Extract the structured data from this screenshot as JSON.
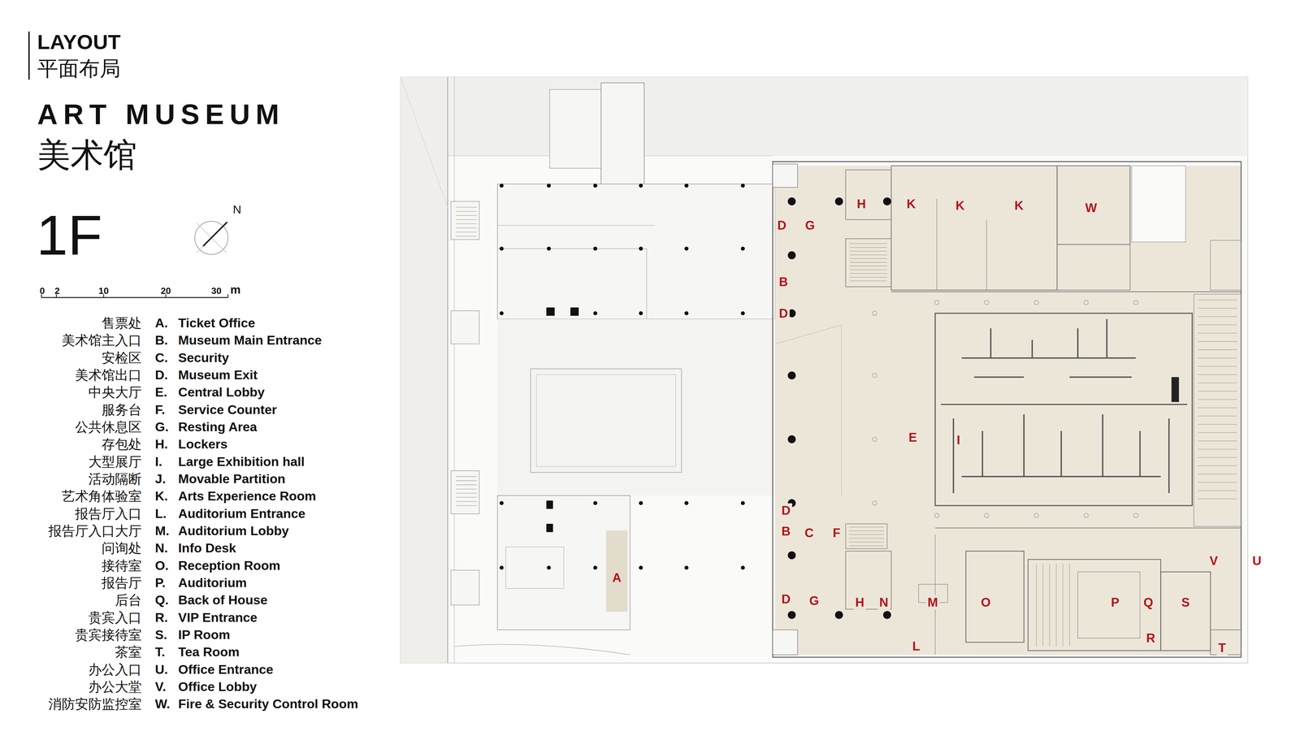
{
  "diagram": {
    "title": "ART MUSEUM",
    "labels": [
      "LAYOUT",
      "平面布局",
      "美术馆",
      "1F",
      "N",
      "0",
      "2",
      "10",
      "20",
      "30",
      "m",
      "售票处",
      "A.",
      "Ticket Office",
      "美术馆主入口",
      "B.",
      "Museum Main Entrance",
      "安检区",
      "C.",
      "Security",
      "美术馆出口",
      "D.",
      "Museum Exit",
      "中央大厅",
      "E.",
      "Central Lobby",
      "服务台",
      "F.",
      "Service Counter",
      "公共休息区",
      "G.",
      "Resting Area",
      "存包处",
      "H.",
      "Lockers",
      "大型展厅",
      "I.",
      "Large Exhibition hall",
      "活动隔断",
      "J.",
      "Movable Partition",
      "艺术角体验室",
      "K.",
      "Arts Experience Room",
      "报告厅入口",
      "L.",
      "Auditorium Entrance",
      "报告厅入口大厅",
      "M.",
      "Auditorium Lobby",
      "问询处",
      "N.",
      "Info Desk",
      "接待室",
      "O.",
      "Reception Room",
      "报告厅",
      "P.",
      "Auditorium",
      "后台",
      "Q.",
      "Back of House",
      "贵宾入口",
      "R.",
      "VIP Entrance",
      "贵宾接待室",
      "S.",
      "IP Room",
      "茶室",
      "T.",
      "Tea Room",
      "办公入口",
      "U.",
      "Office Entrance",
      "办公大堂",
      "V.",
      "Office Lobby",
      "消防安防监控室",
      "W.",
      "Fire & Security Control Room",
      "D",
      "G",
      "H",
      "K",
      "K",
      "K",
      "W",
      "B",
      "D",
      "E",
      "I",
      "D",
      "B",
      "C",
      "F",
      "A",
      "V",
      "U",
      "D",
      "G",
      "H",
      "N",
      "M",
      "O",
      "P",
      "Q",
      "S",
      "R",
      "T",
      "L"
    ]
  }
}
